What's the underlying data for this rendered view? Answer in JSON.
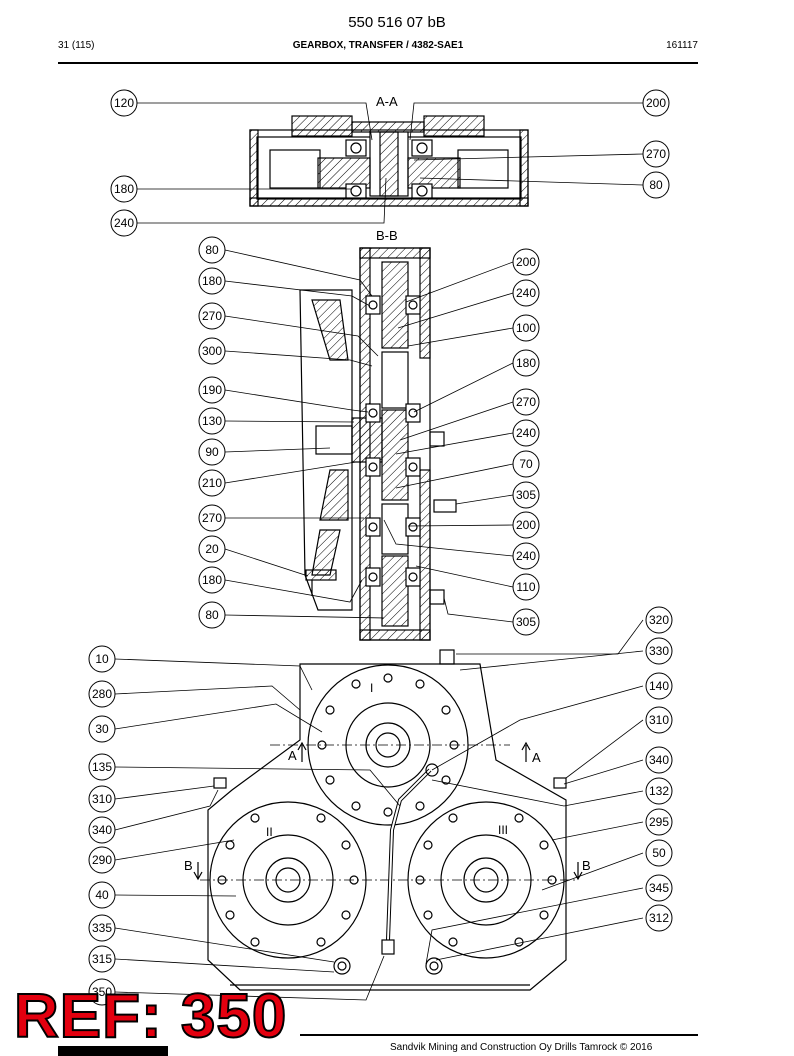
{
  "header": {
    "doc_number": "550 516 07 bB",
    "page": "31 (115)",
    "title": "GEARBOX, TRANSFER / 4382-SAE1",
    "date": "161117"
  },
  "sections": {
    "aa": "A-A",
    "bb": "B-B",
    "a_left": "A",
    "a_right": "A",
    "b_left": "B",
    "b_right": "B"
  },
  "roman": [
    "I",
    "II",
    "III"
  ],
  "callouts_aa": [
    "120",
    "200",
    "270",
    "80",
    "180",
    "240"
  ],
  "callouts_bb": [
    "80",
    "180",
    "270",
    "300",
    "190",
    "130",
    "90",
    "210",
    "270",
    "20",
    "180",
    "80",
    "200",
    "240",
    "100",
    "180",
    "270",
    "240",
    "70",
    "305",
    "200",
    "240",
    "110",
    "305"
  ],
  "callouts_main": [
    "10",
    "280",
    "30",
    "135",
    "310",
    "340",
    "290",
    "40",
    "335",
    "315",
    "350",
    "320",
    "330",
    "140",
    "310",
    "340",
    "132",
    "295",
    "50",
    "345",
    "312"
  ],
  "ref_label": "REF: 350",
  "footer": "Sandvik Mining and Construction Oy Drills Tamrock © 2016"
}
